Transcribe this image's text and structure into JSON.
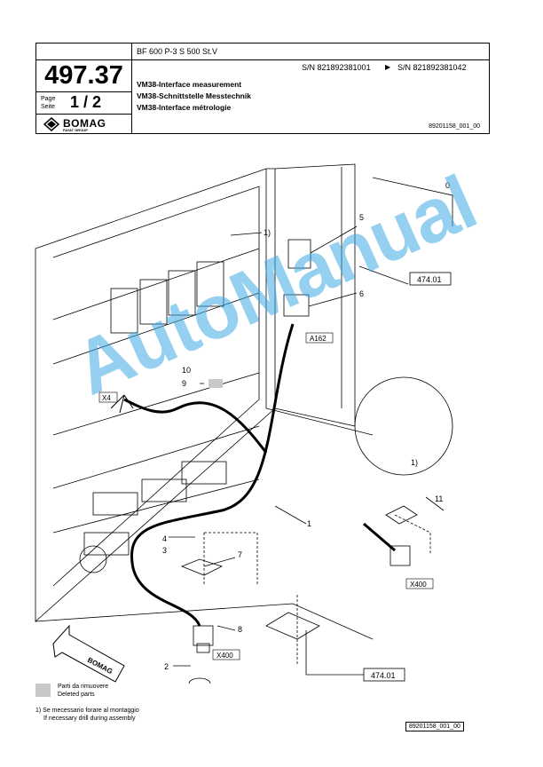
{
  "header": {
    "model": "BF 600 P-3 S 500 St.V",
    "page_number": "497.37",
    "page_label_it": "Page",
    "page_label_de": "Seite",
    "page_value": "1 / 2",
    "serial_from": "S/N 821892381001",
    "serial_arrow": "▶",
    "serial_to": "S/N 821892381042",
    "title_en": "VM38-Interface measurement",
    "title_de": "VM38-Schnittstelle Messtechnik",
    "title_fr": "VM38-Interface métrologie",
    "doc_number": "89201158_001_00",
    "logo_text": "BOMAG",
    "logo_sub": "FAYAT GROUP"
  },
  "drawing": {
    "callouts": [
      "0",
      "5",
      "1)",
      "6",
      "10",
      "9",
      "1",
      "1)",
      "11",
      "4",
      "3",
      "7",
      "8",
      "2"
    ],
    "connectors": [
      "A162",
      "X4",
      "X400",
      "X400"
    ],
    "refs": [
      "474.01",
      "474.01"
    ],
    "arrow_logo": "BOMAG",
    "footnote_marker": "1)"
  },
  "legend": {
    "removed_it": "Parti da rimuovere",
    "removed_en": "Deleted parts",
    "note_it": "1) Se mecessario forare al montaggio",
    "note_en": "If necessary drill during assembly",
    "doc_number": "89201158_001_00"
  },
  "watermark": "AutoManual"
}
